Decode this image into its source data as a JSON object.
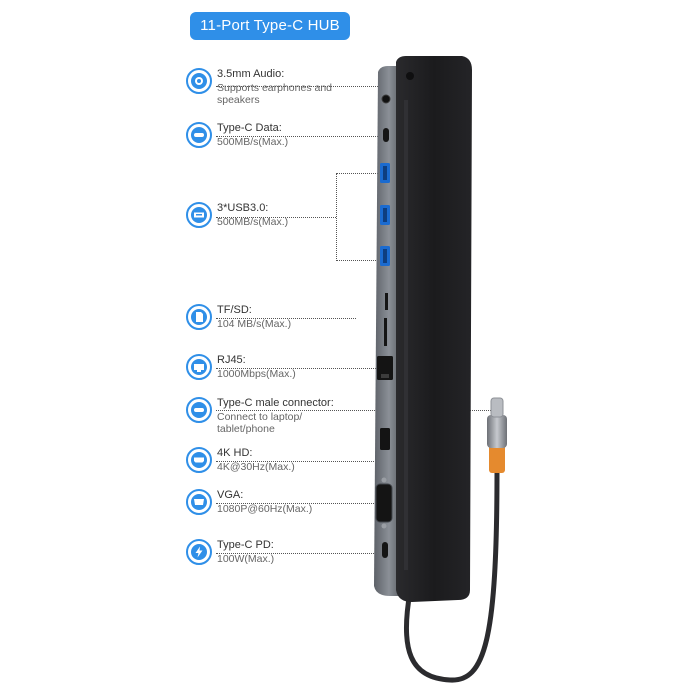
{
  "title": "11-Port Type-C HUB",
  "features": [
    {
      "label": "3.5mm Audio:",
      "desc": "Supports earphones and speakers",
      "icon": "audio-jack-icon"
    },
    {
      "label": "Type-C Data:",
      "desc": "500MB/s(Max.)",
      "icon": "type-c-icon"
    },
    {
      "label": "3*USB3.0:",
      "desc": "500MB/s(Max.)",
      "icon": "usb-icon"
    },
    {
      "label": "TF/SD:",
      "desc": "104 MB/s(Max.)",
      "icon": "sd-card-icon"
    },
    {
      "label": "RJ45:",
      "desc": "1000Mbps(Max.)",
      "icon": "ethernet-icon"
    },
    {
      "label": "Type-C male connector:",
      "desc": "Connect to laptop/ tablet/phone",
      "icon": "type-c-icon"
    },
    {
      "label": "4K HD:",
      "desc": "4K@30Hz(Max.)",
      "icon": "hdmi-icon"
    },
    {
      "label": "VGA:",
      "desc": "1080P@60Hz(Max.)",
      "icon": "vga-icon"
    },
    {
      "label": "Type-C PD:",
      "desc": "100W(Max.)",
      "icon": "power-icon"
    }
  ],
  "colors": {
    "accent": "#2f8fe8",
    "hub_body": "#1d1d1f",
    "hub_rail": "#7b7f86"
  }
}
